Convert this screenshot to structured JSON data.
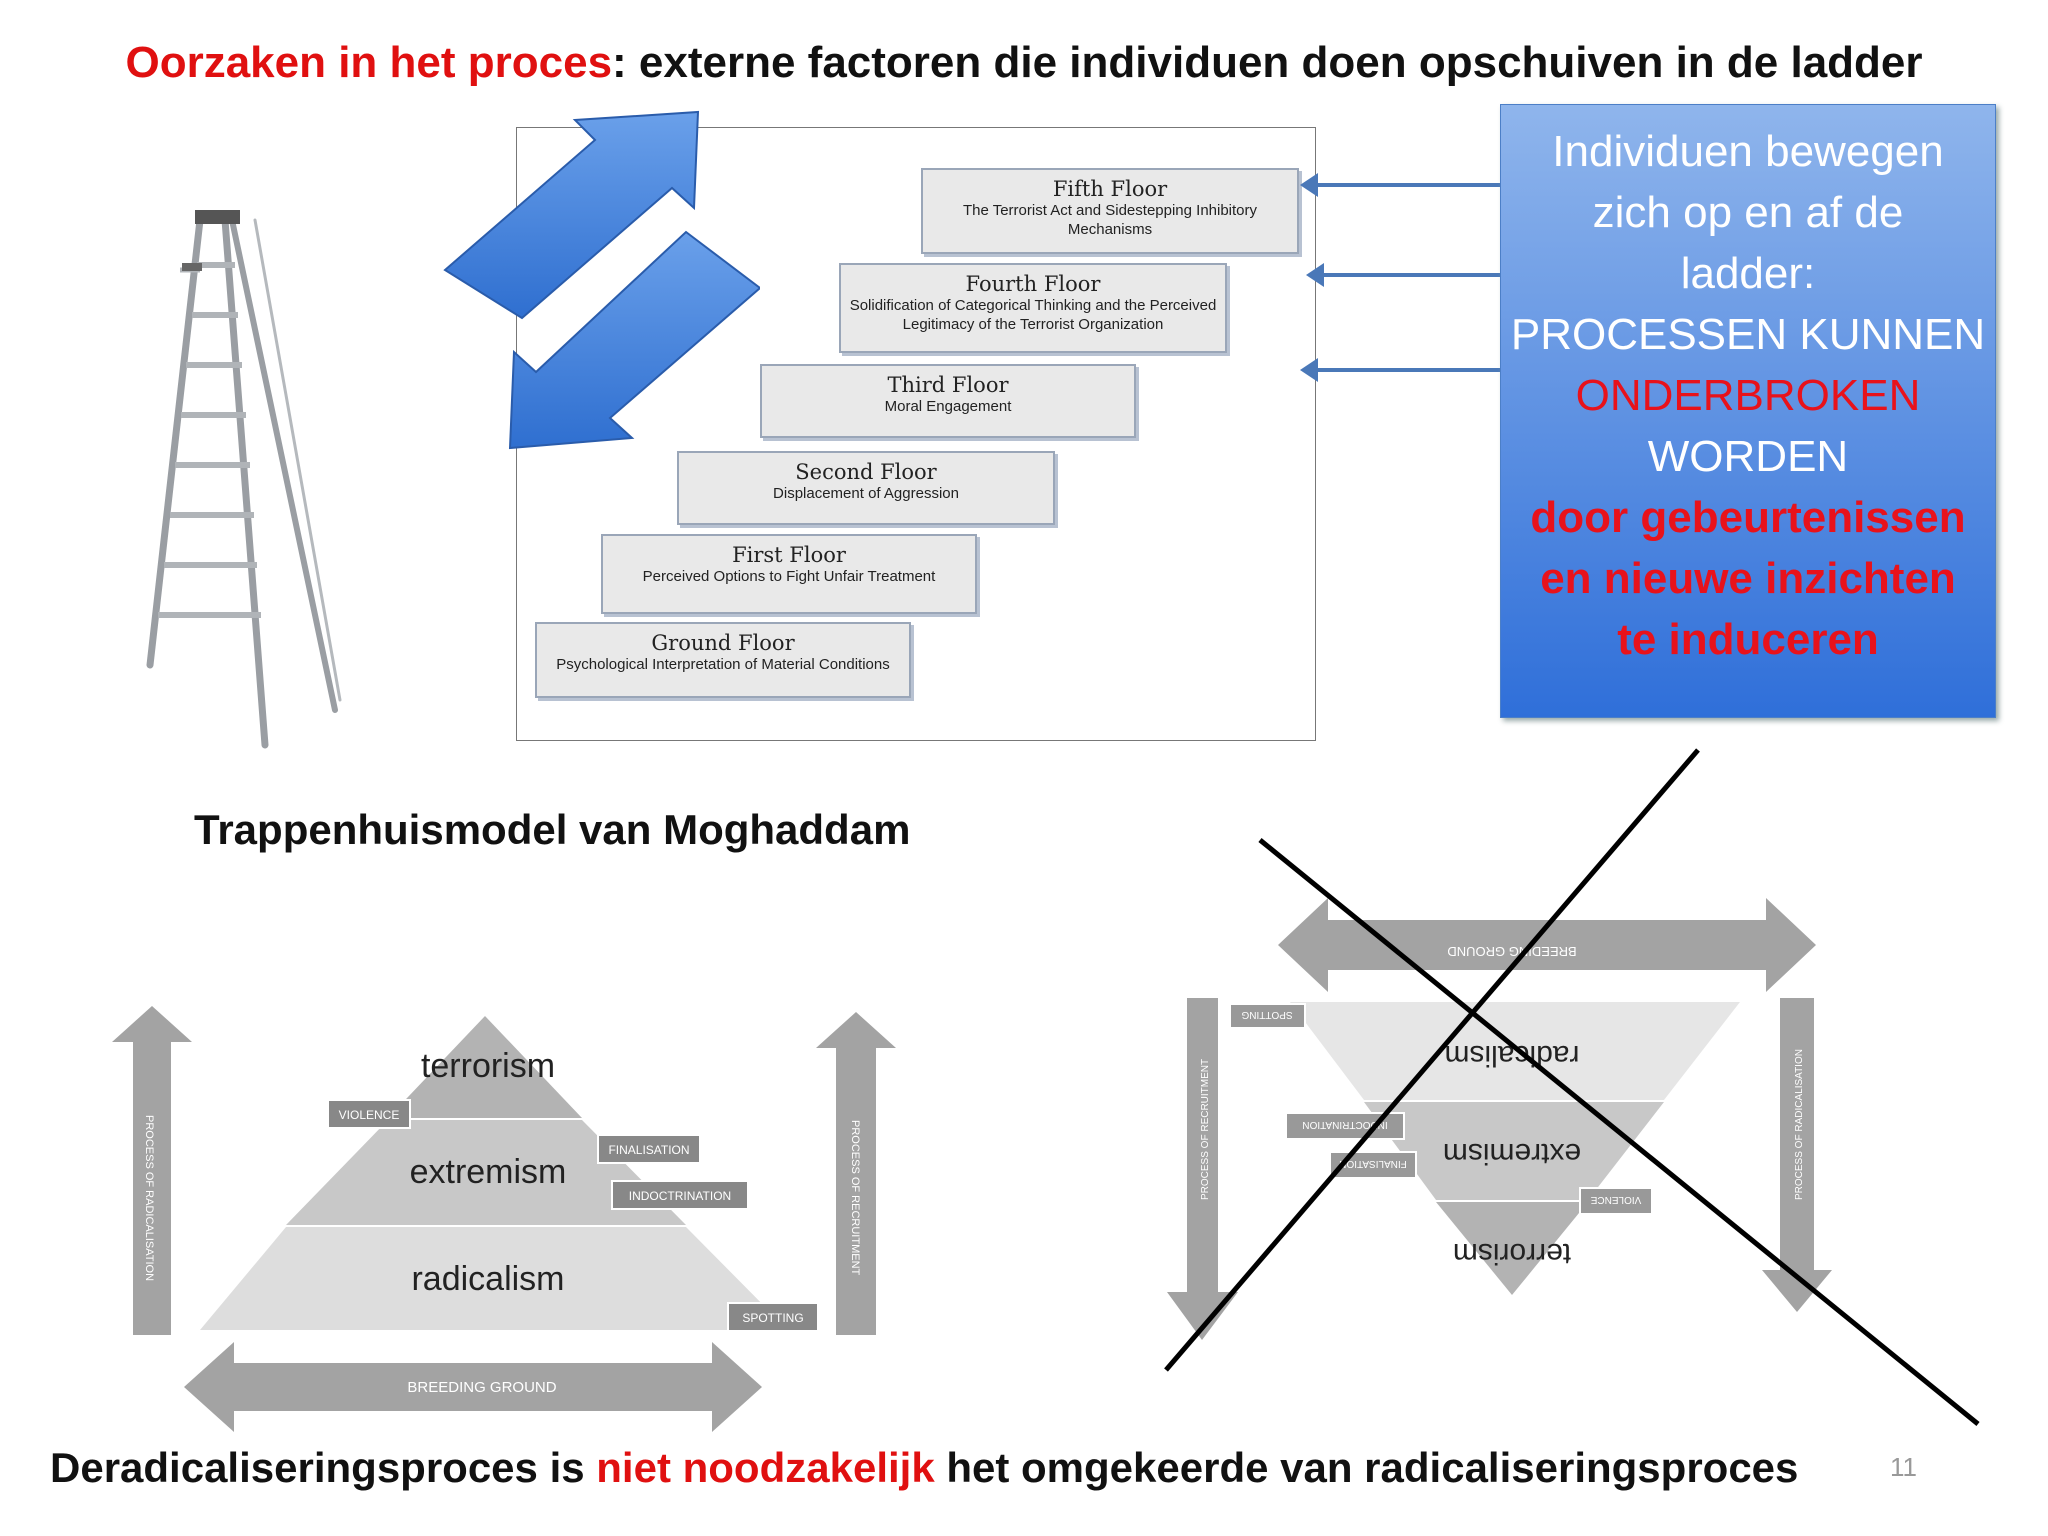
{
  "title": {
    "red_part": "Oorzaken in het proces",
    "rest": ": externe factoren die individuen doen opschuiven in de ladder"
  },
  "staircase": {
    "floors": [
      {
        "name": "Fifth Floor",
        "desc1": "The Terrorist Act and Sidestepping Inhibitory",
        "desc2": "Mechanisms"
      },
      {
        "name": "Fourth Floor",
        "desc1": "Solidification of Categorical Thinking and the Perceived",
        "desc2": "Legitimacy of the Terrorist Organization"
      },
      {
        "name": "Third Floor",
        "desc1": "Moral Engagement",
        "desc2": ""
      },
      {
        "name": "Second Floor",
        "desc1": "Displacement of Aggression",
        "desc2": ""
      },
      {
        "name": "First Floor",
        "desc1": "Perceived Options to Fight Unfair Treatment",
        "desc2": ""
      },
      {
        "name": "Ground Floor",
        "desc1": "Psychological Interpretation of Material Conditions",
        "desc2": ""
      }
    ]
  },
  "blue_box": {
    "line1": "Individuen bewegen",
    "line2": "zich op en af de",
    "line3": "ladder:",
    "line4": "PROCESSEN KUNNEN",
    "line5": "ONDERBROKEN",
    "line6": "WORDEN",
    "line7": "door gebeurtenissen",
    "line8": "en nieuwe inzichten",
    "line9": "te induceren"
  },
  "model_caption": "Trappenhuismodel van Moghaddam",
  "pyramid": {
    "levels": [
      "terrorism",
      "extremism",
      "radicalism"
    ],
    "tags": {
      "violence": "VIOLENCE",
      "finalisation": "FINALISATION",
      "indoctrination": "INDOCTRINATION",
      "spotting": "SPOTTING"
    },
    "left_arrow": "PROCESS OF RADICALISATION",
    "right_arrow": "PROCESS OF RECRUITMENT",
    "bottom_arrow": "BREEDING  GROUND"
  },
  "inverted_pyramid": {
    "levels": [
      "radicalism",
      "extremism",
      "terrorism"
    ],
    "tags": {
      "spotting": "SPOTTING",
      "indoctrination": "INDOCTRINATION",
      "finalisation": "FINALISATION",
      "violence": "VIOLENCE"
    },
    "left_arrow": "PROCESS OF RECRUITMENT",
    "right_arrow": "PROCESS OF RADICALISATION",
    "top_arrow": "BREEDING  GROUND"
  },
  "bottom_line": {
    "part1": "Deradicaliseringsproces is ",
    "red_part": "niet noodzakelijk",
    "part2": " het omgekeerde van radicaliseringsproces"
  },
  "page_number": "11"
}
